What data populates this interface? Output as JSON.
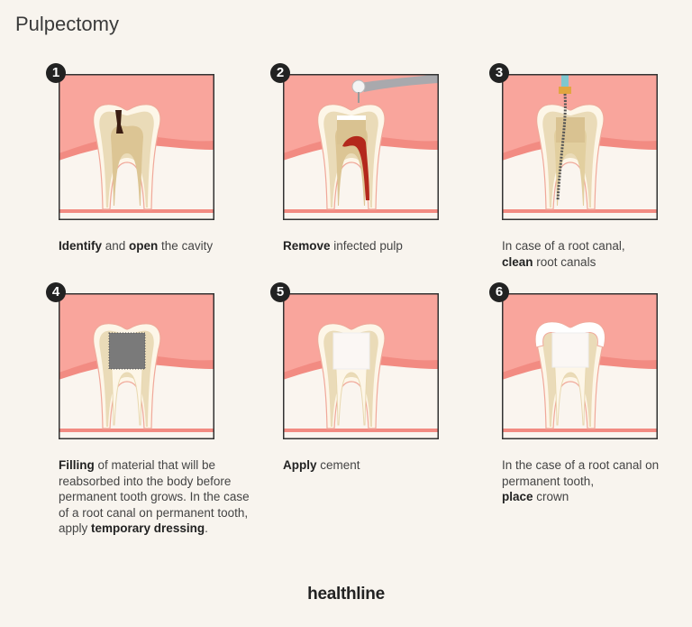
{
  "title": "Pulpectomy",
  "steps": [
    {
      "num": "1",
      "variant": "cavity",
      "caption": [
        {
          "t": "Identify",
          "b": true
        },
        {
          "t": " and ",
          "b": false
        },
        {
          "t": "open",
          "b": true
        },
        {
          "t": " the cavity",
          "b": false
        }
      ]
    },
    {
      "num": "2",
      "variant": "remove",
      "caption": [
        {
          "t": "Remove",
          "b": true
        },
        {
          "t": " infected pulp",
          "b": false
        }
      ]
    },
    {
      "num": "3",
      "variant": "clean",
      "caption": [
        {
          "t": "In case of a root canal,\n",
          "b": false
        },
        {
          "t": "clean",
          "b": true
        },
        {
          "t": " root canals",
          "b": false
        }
      ]
    },
    {
      "num": "4",
      "variant": "filling",
      "caption": [
        {
          "t": "Filling",
          "b": true
        },
        {
          "t": " of material that will be reabsorbed into the body before permanent tooth grows. In the case of a root canal on permanent tooth, apply ",
          "b": false
        },
        {
          "t": "temporary dressing",
          "b": true
        },
        {
          "t": ".",
          "b": false
        }
      ]
    },
    {
      "num": "5",
      "variant": "cement",
      "caption": [
        {
          "t": "Apply",
          "b": true
        },
        {
          "t": " cement",
          "b": false
        }
      ]
    },
    {
      "num": "6",
      "variant": "crown",
      "caption": [
        {
          "t": "In the case of a root canal on permanent tooth,\n",
          "b": false
        },
        {
          "t": "place",
          "b": true
        },
        {
          "t": " crown",
          "b": false
        }
      ]
    }
  ],
  "logo": "healthline",
  "colors": {
    "gum": "#f9a59c",
    "gumBand": "#f28b82",
    "bone": "#faf5ef",
    "enamel": "#fdf6e8",
    "dentin": "#eadbb8",
    "pulp": "#dcc594",
    "infected": "#b3281c",
    "cavity": "#3a1d12"
  }
}
